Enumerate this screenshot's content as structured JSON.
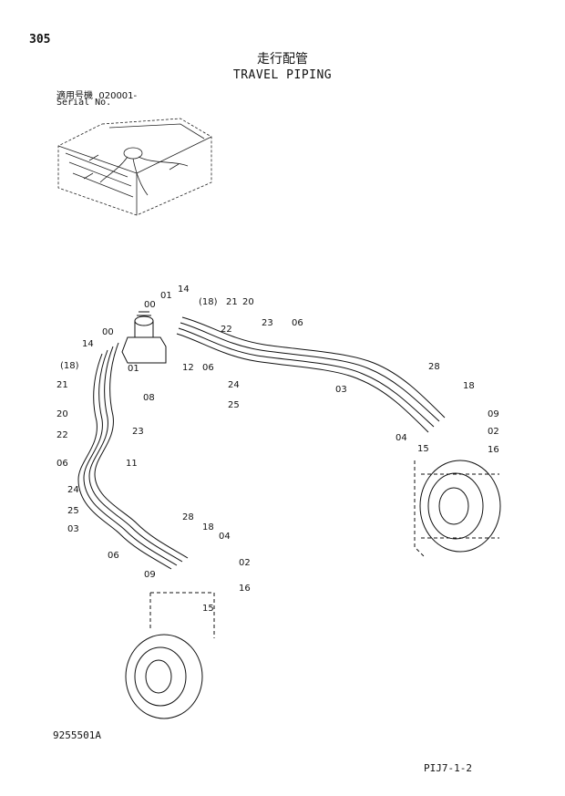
{
  "header": {
    "page_number": "305",
    "title_jp": "走行配管",
    "title_en": "TRAVEL PIPING",
    "serial_label_jp": "適用号機",
    "serial_value": "020001-",
    "serial_label_en": "Serial No."
  },
  "footer": {
    "figure_number": "9255501A",
    "page_reference": "PIJ7-1-2"
  },
  "part_labels": {
    "upper_swivel": [
      "00",
      "01",
      "14",
      "(18)",
      "21",
      "20",
      "22",
      "23",
      "06",
      "12",
      "06",
      "24",
      "25",
      "08"
    ],
    "left_swivel": [
      "00",
      "14",
      "(18)",
      "01",
      "21",
      "20",
      "22",
      "23",
      "06",
      "11",
      "24",
      "25"
    ],
    "right_motor": [
      "28",
      "18",
      "03",
      "09",
      "02",
      "04",
      "15",
      "16"
    ],
    "left_motor": [
      "28",
      "18",
      "04",
      "02",
      "03",
      "06",
      "09",
      "16",
      "15"
    ]
  }
}
